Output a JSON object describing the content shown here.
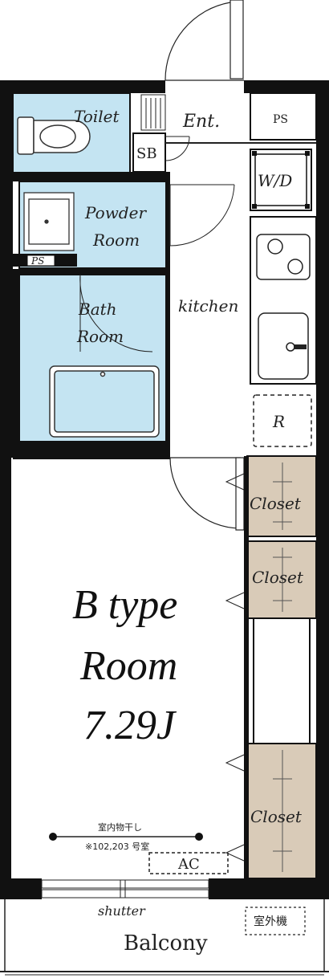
{
  "rooms": {
    "toilet": "Toilet",
    "sb": "SB",
    "entrance": "Ent.",
    "ps_top": "PS",
    "wd": "W/D",
    "powder_line1": "Powder",
    "powder_line2": "Room",
    "ps_left": "PS",
    "bath_line1": "Bath",
    "bath_line2": "Room",
    "kitchen": "kitchen",
    "fridge": "R",
    "closet_1": "Closet",
    "closet_2": "Closet",
    "closet_3": "Closet",
    "main_line1": "B type",
    "main_line2": "Room",
    "main_line3": "7.29J",
    "drying_line1": "室内物干し",
    "drying_line2": "※102,203 号室",
    "ac": "AC",
    "shutter": "shutter",
    "outdoor_unit": "室外機",
    "balcony": "Balcony"
  },
  "colors": {
    "wet_area": "#c4e4f2",
    "closet": "#d9cbb8",
    "wall": "#111111"
  }
}
